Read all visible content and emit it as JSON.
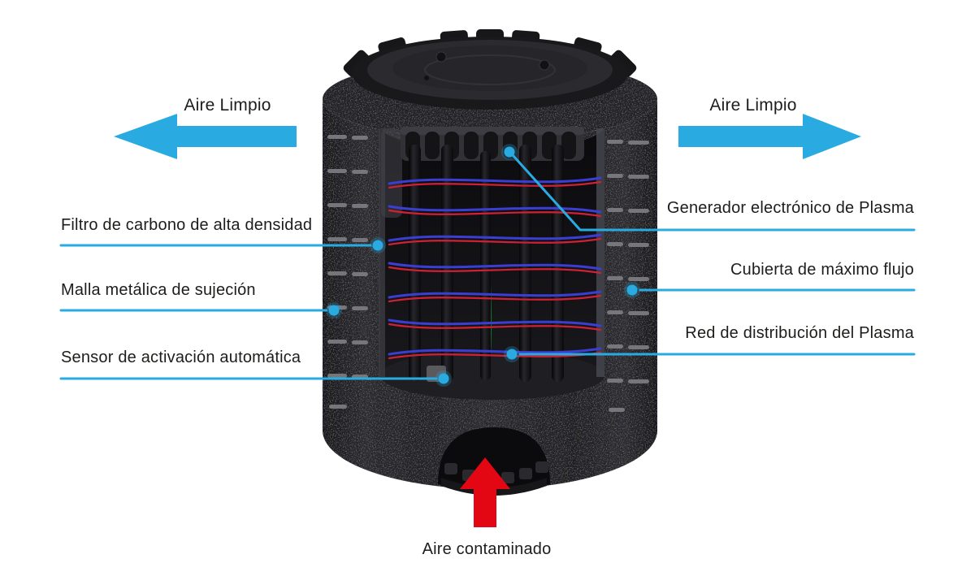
{
  "colors": {
    "accent": "#29abe2",
    "red": "#e30613",
    "text": "#1d1d1b"
  },
  "flow": {
    "clean_left": "Aire Limpio",
    "clean_right": "Aire Limpio",
    "contaminated": "Aire contaminado"
  },
  "callouts": {
    "left": [
      {
        "text": "Filtro de carbono de alta densidad"
      },
      {
        "text": "Malla metálica de sujeción"
      },
      {
        "text": "Sensor de activación automática"
      }
    ],
    "right": [
      {
        "text": "Generador electrónico de Plasma"
      },
      {
        "text": "Cubierta de máximo flujo"
      },
      {
        "text": "Red de distribución del Plasma"
      }
    ]
  },
  "illustration": {
    "name": "air-filter-cutaway"
  }
}
